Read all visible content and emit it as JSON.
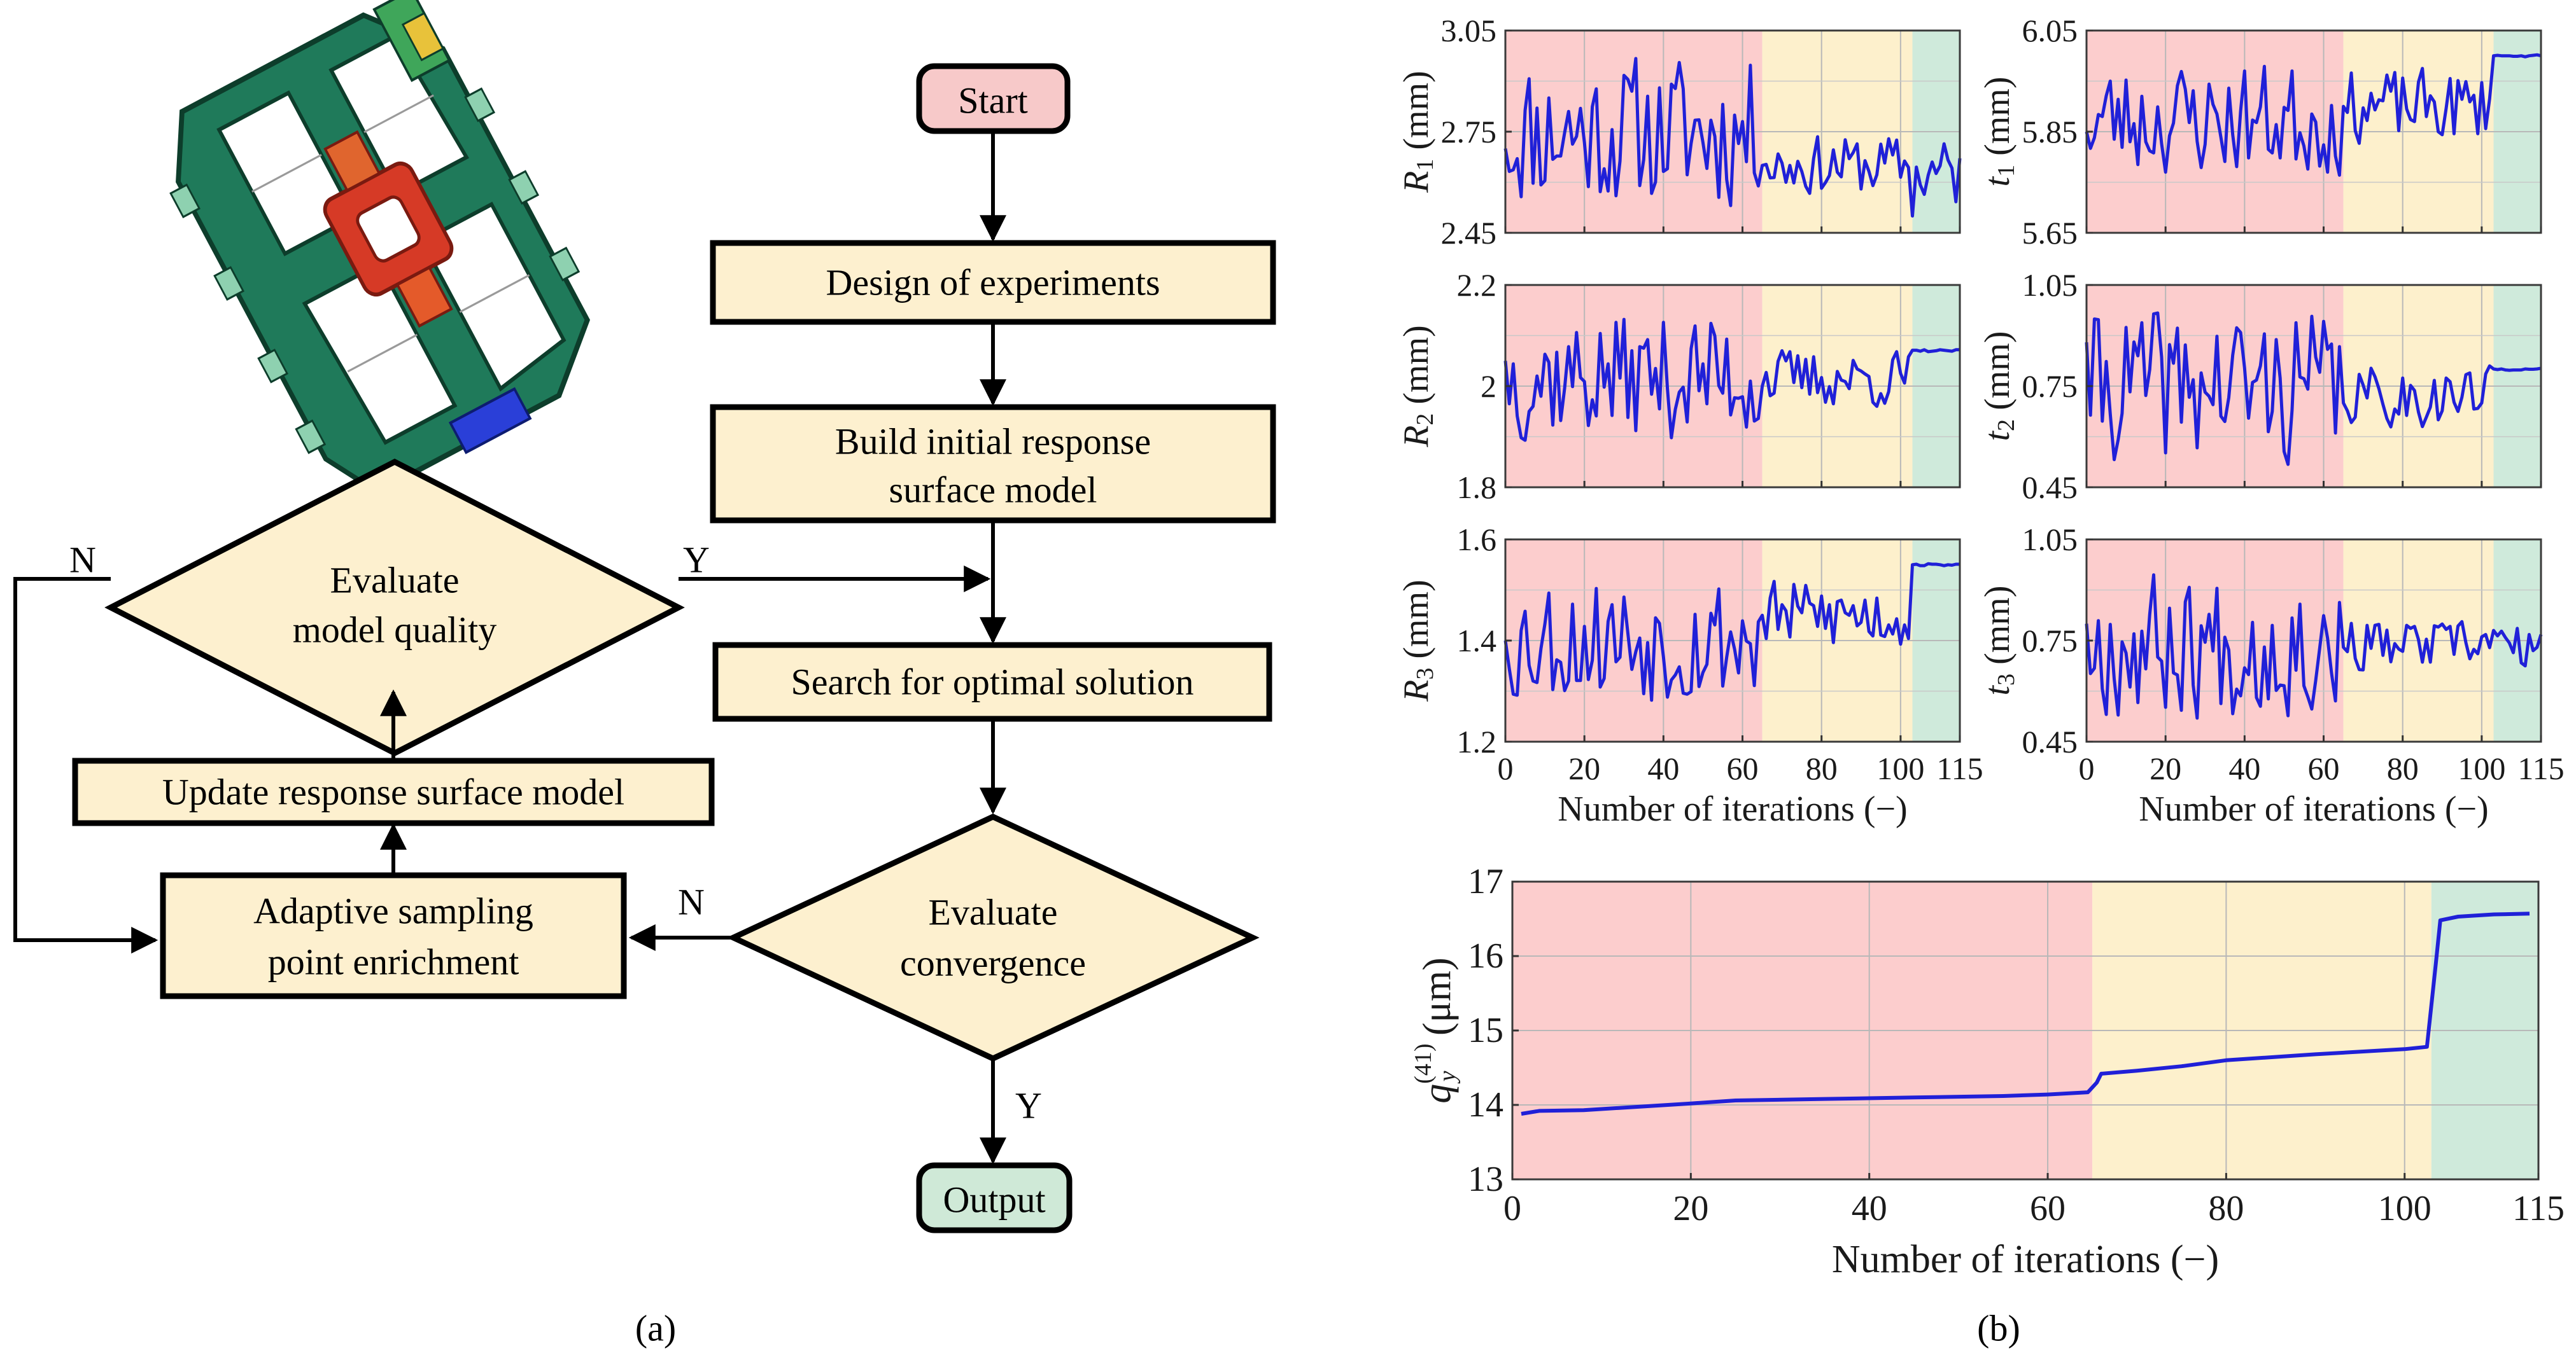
{
  "flowchart": {
    "nodes": {
      "start": "Start",
      "doe": "Design of experiments",
      "build_l1": "Build initial response",
      "build_l2": "surface model",
      "evaluate_quality_l1": "Evaluate",
      "evaluate_quality_l2": "model quality",
      "search": "Search for optimal solution",
      "update": "Update response surface model",
      "adaptive_l1": "Adaptive sampling",
      "adaptive_l2": "point enrichment",
      "convergence_l1": "Evaluate",
      "convergence_l2": "convergence",
      "output": "Output"
    },
    "branch_labels": {
      "quality_no": "N",
      "quality_yes": "Y",
      "convergence_no": "N",
      "convergence_yes": "Y"
    },
    "colors": {
      "start_fill": "#f7c9c9",
      "output_fill": "#cfe9d7",
      "box_fill": "#fdf0cf",
      "stroke": "#000000"
    }
  },
  "captions": {
    "a": "(a)",
    "b": "(b)"
  },
  "phase_colors": {
    "phase1": "#fccdcd",
    "phase2": "#fdf0cc",
    "phase3": "#cfeadb",
    "line": "#2020d8"
  },
  "chart_data": [
    {
      "id": "R1",
      "type": "line",
      "ylabel_symbol": "R",
      "ylabel_sub": "1",
      "ylabel_unit": "(mm)",
      "ylim": [
        2.45,
        3.05
      ],
      "yticks": [
        "2.45",
        "2.75",
        "3.05"
      ],
      "xlim": [
        0,
        115
      ],
      "xticks": [
        "0",
        "20",
        "40",
        "60",
        "80",
        "100",
        "115"
      ],
      "xlabel": "",
      "grid": true,
      "phases": [
        [
          0,
          65
        ],
        [
          65,
          103
        ],
        [
          103,
          115
        ]
      ],
      "seed": 11,
      "segments": [
        {
          "from": 0,
          "to": 65,
          "low": 2.5,
          "high": 3.0,
          "start": 2.7
        },
        {
          "from": 65,
          "to": 103,
          "low": 2.55,
          "high": 2.75,
          "start": 2.65
        },
        {
          "from": 103,
          "to": 115,
          "low": 2.5,
          "high": 2.75,
          "start": 2.5,
          "jump_then_flat": false
        }
      ]
    },
    {
      "id": "t1",
      "type": "line",
      "ylabel_symbol": "t",
      "ylabel_sub": "1",
      "ylabel_unit": "(mm)",
      "ylim": [
        5.65,
        6.05
      ],
      "yticks": [
        "5.65",
        "5.85",
        "6.05"
      ],
      "xlim": [
        0,
        115
      ],
      "xticks": [
        "0",
        "20",
        "40",
        "60",
        "80",
        "100",
        "115"
      ],
      "xlabel": "",
      "grid": true,
      "phases": [
        [
          0,
          65
        ],
        [
          65,
          103
        ],
        [
          103,
          115
        ]
      ],
      "seed": 23,
      "segments": [
        {
          "from": 0,
          "to": 65,
          "low": 5.75,
          "high": 6.0,
          "start": 5.85
        },
        {
          "from": 65,
          "to": 103,
          "low": 5.82,
          "high": 5.98,
          "start": 5.9
        },
        {
          "from": 103,
          "to": 115,
          "flat": 6.0
        }
      ]
    },
    {
      "id": "R2",
      "type": "line",
      "ylabel_symbol": "R",
      "ylabel_sub": "2",
      "ylabel_unit": "(mm)",
      "ylim": [
        1.8,
        2.2
      ],
      "yticks": [
        "1.8",
        "2",
        "2.2"
      ],
      "xlim": [
        0,
        115
      ],
      "xticks": [
        "0",
        "20",
        "40",
        "60",
        "80",
        "100",
        "115"
      ],
      "xlabel": "",
      "grid": true,
      "phases": [
        [
          0,
          65
        ],
        [
          65,
          103
        ],
        [
          103,
          115
        ]
      ],
      "seed": 37,
      "segments": [
        {
          "from": 0,
          "to": 65,
          "low": 1.88,
          "high": 2.16,
          "start": 2.05
        },
        {
          "from": 65,
          "to": 103,
          "low": 1.95,
          "high": 2.08,
          "start": 2.0
        },
        {
          "from": 103,
          "to": 115,
          "flat": 2.07
        }
      ]
    },
    {
      "id": "t2",
      "type": "line",
      "ylabel_symbol": "t",
      "ylabel_sub": "2",
      "ylabel_unit": "(mm)",
      "ylim": [
        0.45,
        1.05
      ],
      "yticks": [
        "0.45",
        "0.75",
        "1.05"
      ],
      "xlim": [
        0,
        115
      ],
      "xticks": [
        "0",
        "20",
        "40",
        "60",
        "80",
        "100",
        "115"
      ],
      "xlabel": "",
      "grid": true,
      "phases": [
        [
          0,
          65
        ],
        [
          65,
          103
        ],
        [
          103,
          115
        ]
      ],
      "seed": 41,
      "segments": [
        {
          "from": 0,
          "to": 65,
          "low": 0.5,
          "high": 1.0,
          "start": 0.88
        },
        {
          "from": 65,
          "to": 103,
          "low": 0.62,
          "high": 0.82,
          "start": 0.7
        },
        {
          "from": 103,
          "to": 115,
          "flat": 0.8
        }
      ]
    },
    {
      "id": "R3",
      "type": "line",
      "ylabel_symbol": "R",
      "ylabel_sub": "3",
      "ylabel_unit": "(mm)",
      "ylim": [
        1.2,
        1.6
      ],
      "yticks": [
        "1.2",
        "1.4",
        "1.6"
      ],
      "xlim": [
        0,
        115
      ],
      "xticks": [
        "0",
        "20",
        "40",
        "60",
        "80",
        "100",
        "115"
      ],
      "xlabel": "Number of iterations (−)",
      "grid": true,
      "phases": [
        [
          0,
          65
        ],
        [
          65,
          103
        ],
        [
          103,
          115
        ]
      ],
      "seed": 53,
      "segments": [
        {
          "from": 0,
          "to": 65,
          "low": 1.26,
          "high": 1.55,
          "start": 1.4
        },
        {
          "from": 65,
          "to": 103,
          "low": 1.37,
          "high": 1.53,
          "start": 1.45
        },
        {
          "from": 103,
          "to": 115,
          "flat": 1.55
        }
      ]
    },
    {
      "id": "t3",
      "type": "line",
      "ylabel_symbol": "t",
      "ylabel_sub": "3",
      "ylabel_unit": "(mm)",
      "ylim": [
        0.45,
        1.05
      ],
      "yticks": [
        "0.45",
        "0.75",
        "1.05"
      ],
      "xlim": [
        0,
        115
      ],
      "xticks": [
        "0",
        "20",
        "40",
        "60",
        "80",
        "100",
        "115"
      ],
      "xlabel": "Number of iterations (−)",
      "grid": true,
      "phases": [
        [
          0,
          65
        ],
        [
          65,
          103
        ],
        [
          103,
          115
        ]
      ],
      "seed": 67,
      "segments": [
        {
          "from": 0,
          "to": 65,
          "low": 0.5,
          "high": 0.98,
          "start": 0.8
        },
        {
          "from": 65,
          "to": 103,
          "low": 0.65,
          "high": 0.82,
          "start": 0.73
        },
        {
          "from": 103,
          "to": 115,
          "low": 0.65,
          "high": 0.8,
          "start": 0.78
        }
      ]
    },
    {
      "id": "qy",
      "type": "line",
      "ylabel_symbol": "q",
      "ylabel_sub": "y",
      "ylabel_sup": "(41)",
      "ylabel_unit": "(μm)",
      "ylim": [
        13,
        17
      ],
      "yticks": [
        "13",
        "14",
        "15",
        "16",
        "17"
      ],
      "xlim": [
        0,
        115
      ],
      "xticks": [
        "0",
        "20",
        "40",
        "60",
        "80",
        "100",
        "115"
      ],
      "xlabel": "Number of iterations (−)",
      "grid": true,
      "phases": [
        [
          0,
          65
        ],
        [
          65,
          103
        ],
        [
          103,
          115
        ]
      ],
      "x": [
        1,
        3,
        8,
        12,
        20,
        25,
        35,
        45,
        55,
        60,
        64.5,
        65.5,
        66,
        70,
        75,
        80,
        90,
        100,
        102.5,
        103.5,
        104,
        106,
        110,
        114
      ],
      "y": [
        13.88,
        13.92,
        13.93,
        13.96,
        14.02,
        14.06,
        14.08,
        14.1,
        14.12,
        14.14,
        14.17,
        14.3,
        14.42,
        14.46,
        14.52,
        14.6,
        14.68,
        14.75,
        14.78,
        15.9,
        16.48,
        16.53,
        16.56,
        16.57
      ]
    }
  ]
}
